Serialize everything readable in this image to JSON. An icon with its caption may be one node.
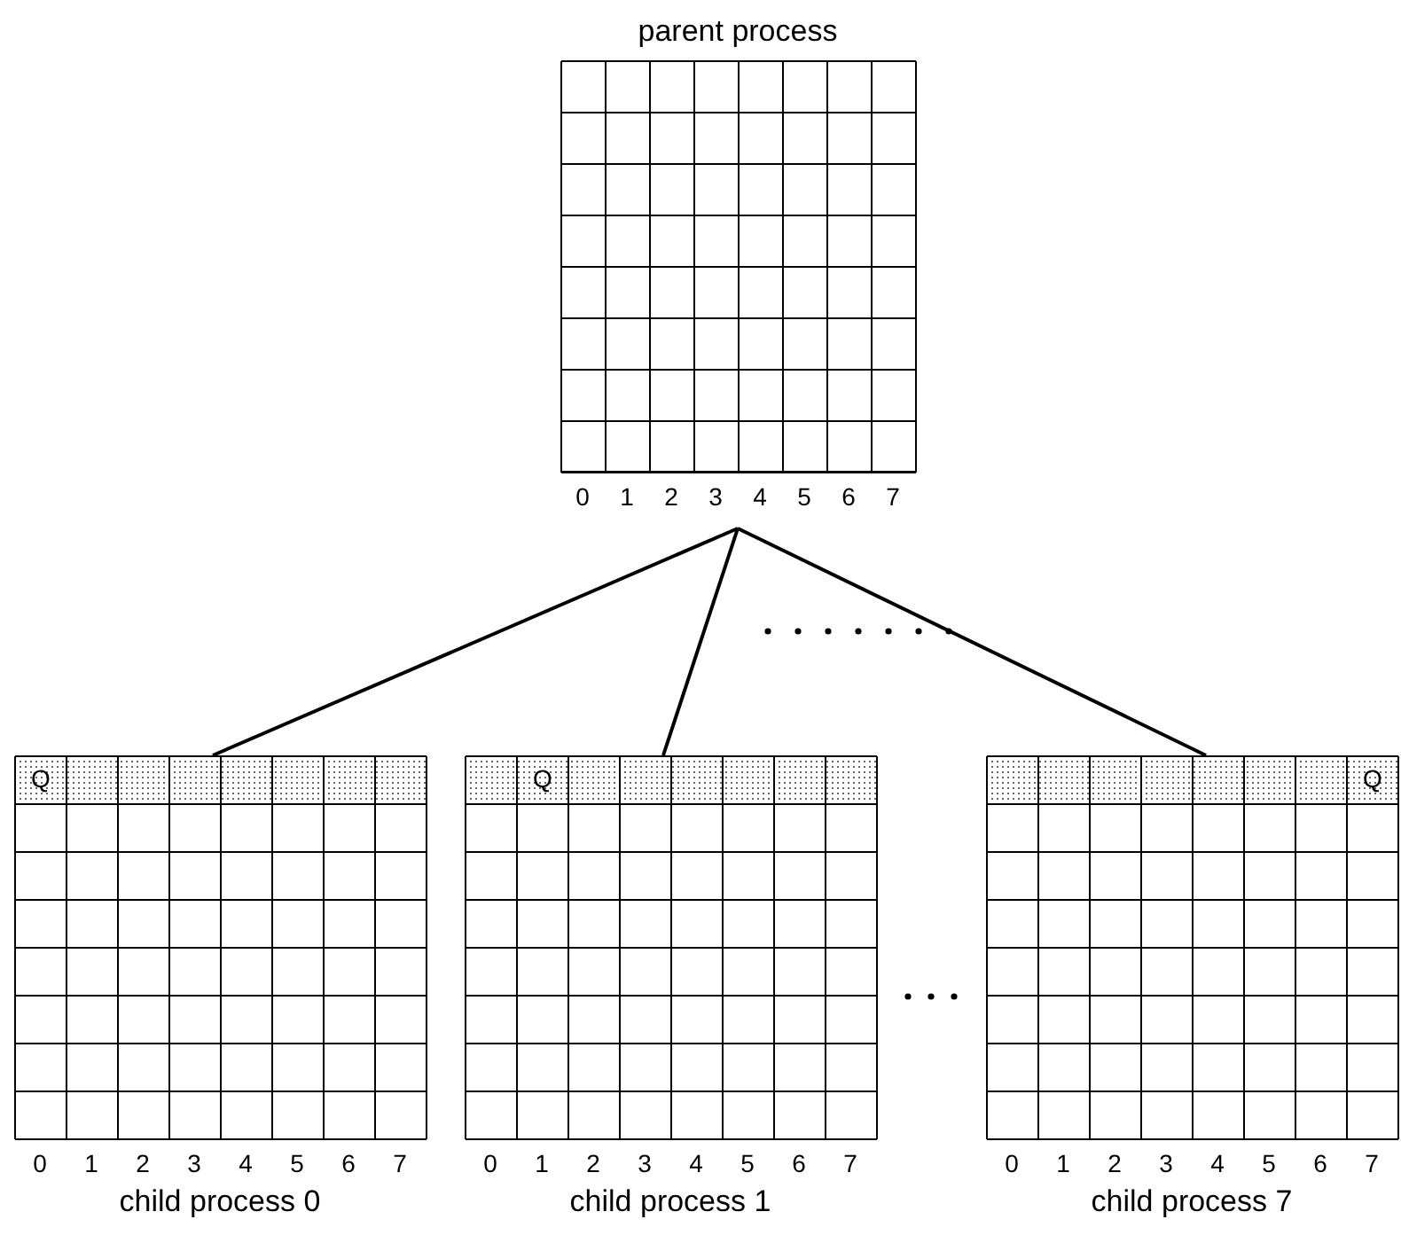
{
  "diagram": {
    "nodes": [
      {
        "text": [
          "parent process"
        ]
      },
      {
        "text": [
          "Q",
          "child process 0"
        ]
      },
      {
        "text": [
          "Q",
          "child process 1"
        ]
      },
      {
        "text": [
          "Q",
          "child process 7"
        ]
      }
    ],
    "edges": [
      {
        "from": 0,
        "to": 1,
        "arrow": "none"
      },
      {
        "from": 0,
        "to": 2,
        "arrow": "none"
      },
      {
        "from": 0,
        "to": 3,
        "arrow": "none"
      }
    ],
    "labels": [
      "0",
      "1",
      "2",
      "3",
      "4",
      "5",
      "6",
      "7",
      "0",
      "1",
      "2",
      "3",
      "4",
      "5",
      "6",
      "7",
      "0",
      "1",
      "2",
      "3",
      "4",
      "5",
      "6",
      "7",
      "0",
      "1",
      "2",
      "3",
      "4",
      "5",
      "6",
      "7"
    ]
  }
}
